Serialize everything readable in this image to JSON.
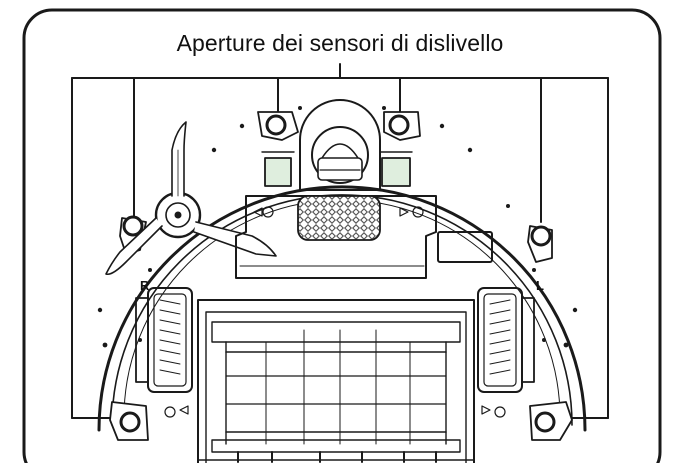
{
  "figure": {
    "caption": "Aperture dei sensori di dislivello",
    "wheel_labels": {
      "right": "R",
      "left": "L"
    }
  },
  "colors": {
    "line": "#1a1a1a",
    "sensor_window": "#dfeede",
    "background": "#ffffff"
  }
}
